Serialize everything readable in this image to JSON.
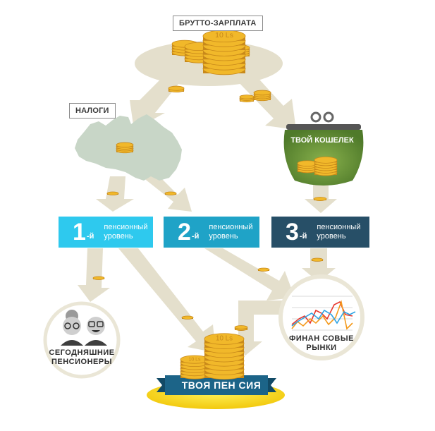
{
  "labels": {
    "gross_salary": "БРУТТО-ЗАРПЛАТА",
    "taxes": "НАЛОГИ",
    "wallet": "ТВОЙ КОШЕЛЕК",
    "pension": "ТВОЯ ПЕН СИЯ"
  },
  "coin_text": "10 Ls",
  "levels": [
    {
      "number": "1",
      "suffix": "-й",
      "line1": "пенсионный",
      "line2": "уровень",
      "color": "#2ec9ee"
    },
    {
      "number": "2",
      "suffix": "-й",
      "line1": "пенсионный",
      "line2": "уровень",
      "color": "#1fa3c7"
    },
    {
      "number": "3",
      "suffix": "-й",
      "line1": "пенсионный",
      "line2": "уровень",
      "color": "#274f67"
    }
  ],
  "pensioners": {
    "line1": "СЕГОДНЯШНИЕ",
    "line2": "ПЕНСИОНЕРЫ"
  },
  "markets": {
    "line1": "ФИНАН СОВЫЕ",
    "line2": "РЫНКИ"
  },
  "colors": {
    "arrow": "#e4dfcc",
    "coin": "#f1b82a",
    "coin_dark": "#c8891a",
    "map": "#c8d6c7",
    "wallet": "#6f983f",
    "banner": "#1c6488",
    "gold_disc": "#fbe11f"
  }
}
